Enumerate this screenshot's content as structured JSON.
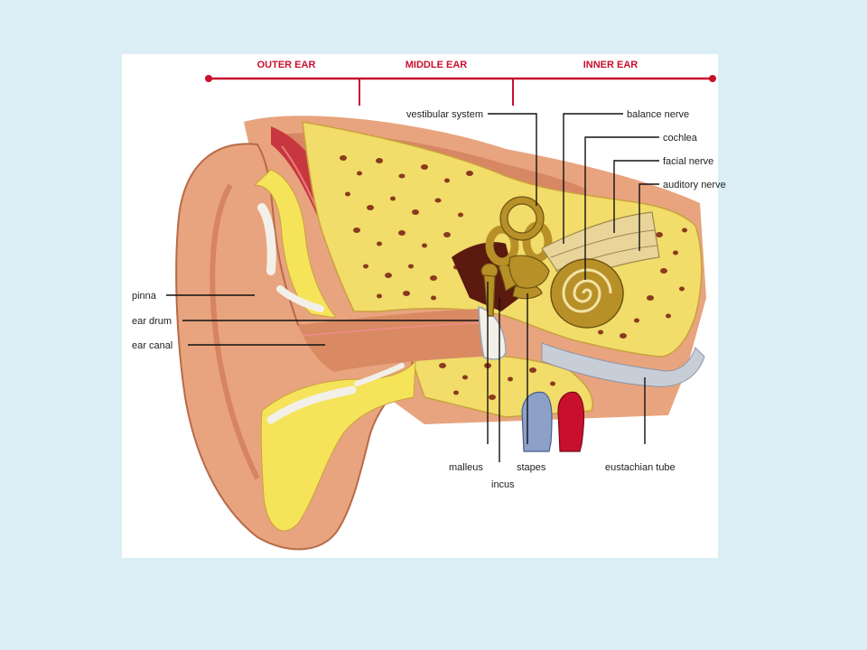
{
  "colors": {
    "slide_background": "#DCEEF5",
    "figure_background": "#FFFFFF",
    "accent_red": "#C8102E",
    "skin": "#E8A47E",
    "skin_shadow": "#C9704E",
    "bone": "#F2DC6A",
    "bone_pore": "#8A3A1E",
    "fat_yellow": "#F5E35A",
    "cochlea_gold": "#B89028",
    "cartilage": "#F3F0EA"
  },
  "sections": {
    "outer_ear": "OUTER EAR",
    "middle_ear": "MIDDLE EAR",
    "inner_ear": "INNER EAR"
  },
  "parts": {
    "vestibular_system": "vestibular system",
    "balance_nerve": "balance nerve",
    "cochlea": "cochlea",
    "facial_nerve": "facial nerve",
    "auditory_nerve": "auditory nerve",
    "pinna": "pinna",
    "ear_drum": "ear drum",
    "ear_canal": "ear canal",
    "malleus": "malleus",
    "incus": "incus",
    "stapes": "stapes",
    "eustachian_tube": "eustachian tube"
  }
}
